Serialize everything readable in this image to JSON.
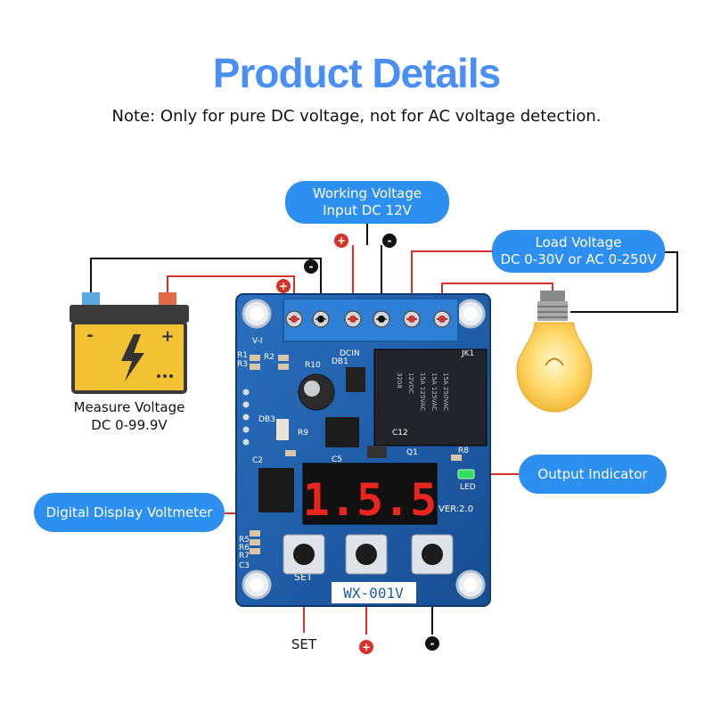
{
  "title": "Product Details",
  "note": "Note: Only for pure DC voltage, not for AC voltage detection.",
  "callouts": {
    "working_voltage": [
      "Working Voltage",
      "Input DC 12V"
    ],
    "load_voltage": [
      "Load Voltage",
      "DC 0-30V or AC 0-250V"
    ],
    "output_indicator": "Output Indicator",
    "digital_display": "Digital Display Voltmeter"
  },
  "measure_voltage": [
    "Measure Voltage",
    "DC 0-99.9V"
  ],
  "buttons": {
    "set": "SET",
    "plus": "+",
    "minus": "-"
  },
  "board": {
    "model": "WX-001V",
    "version": "VER:2.0",
    "display": "1.5.5",
    "labels": {
      "v_i": "V-I",
      "dcin": "DCIN",
      "jk1": "JK1",
      "led": "LED",
      "set_silk": "SET",
      "r1": "R1",
      "r2": "R2",
      "r3": "R3",
      "r9": "R9",
      "r10": "R10",
      "db1": "DB1",
      "db3": "DB3",
      "c5": "C5",
      "c2": "C2",
      "c3": "C3",
      "c12": "C12",
      "r5": "R5",
      "r6": "R6",
      "r7": "R7",
      "r8": "R8",
      "q1": "Q1"
    }
  },
  "relay_text": [
    "15A 250VAC",
    "15A 125VAC",
    "15A 125VAC",
    "12VDC",
    "3208"
  ],
  "battery_signs": {
    "plus": "+",
    "minus": "-"
  },
  "colors": {
    "accent": "#2d8ff0",
    "title": "#4a8ff5",
    "board": "#1f5fa8",
    "terminal": "#2e7fd6",
    "digits": "#e8251e",
    "wire_red": "#d8312a",
    "wire_black": "#111111",
    "led": "#2ee05a"
  }
}
